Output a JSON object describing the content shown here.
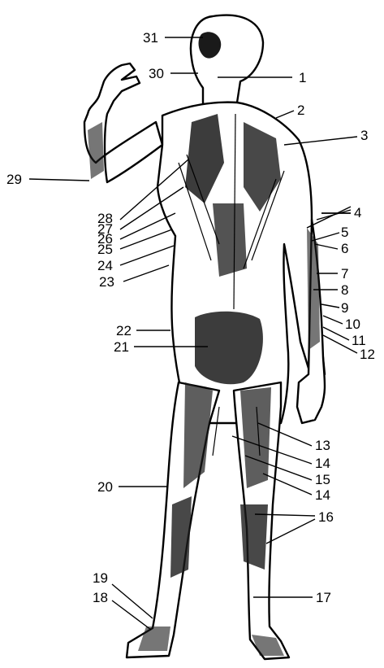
{
  "figure": {
    "labels": [
      "1",
      "2",
      "3",
      "4",
      "5",
      "6",
      "7",
      "8",
      "9",
      "10",
      "11",
      "12",
      "13",
      "14",
      "15",
      "14",
      "16",
      "17",
      "18",
      "19",
      "20",
      "21",
      "22",
      "23",
      "24",
      "25",
      "26",
      "27",
      "28",
      "29",
      "30",
      "31"
    ]
  },
  "colors": {
    "ink": "#000000",
    "paper": "#ffffff",
    "shade": "#1a1a1a"
  }
}
